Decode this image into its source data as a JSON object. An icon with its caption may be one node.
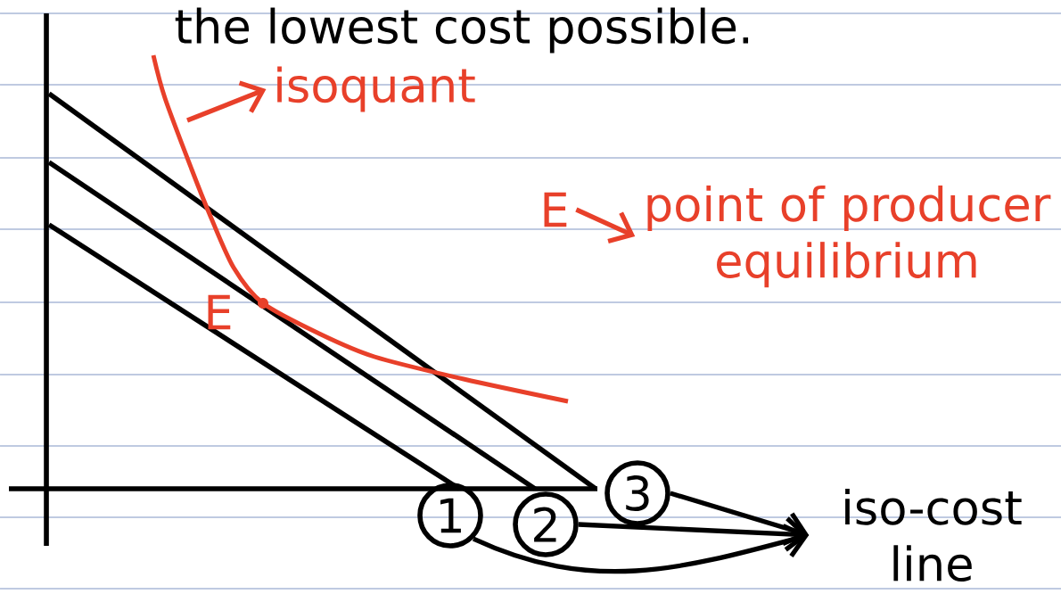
{
  "diagram": {
    "nodes": [
      {
        "text": [
          "1"
        ]
      },
      {
        "text": [
          "2"
        ]
      },
      {
        "text": [
          "3"
        ]
      },
      {
        "text": [
          "iso-cost line"
        ]
      },
      {
        "text": [
          "isoquant"
        ]
      },
      {
        "text": [
          "E"
        ]
      },
      {
        "text": [
          "E"
        ]
      },
      {
        "text": [
          "point of producer equilibrium"
        ]
      }
    ],
    "edges": [
      {
        "from": 0,
        "to": 3,
        "arrow": "to"
      },
      {
        "from": 1,
        "to": 3,
        "arrow": "to"
      },
      {
        "from": 2,
        "to": 3,
        "arrow": "to"
      },
      {
        "from": null,
        "to": 4,
        "arrow": "to",
        "color": "#e8402a"
      },
      {
        "from": 6,
        "to": 7,
        "arrow": "to",
        "color": "#e8402a"
      }
    ],
    "labels": [
      "the lowest cost possible."
    ]
  }
}
